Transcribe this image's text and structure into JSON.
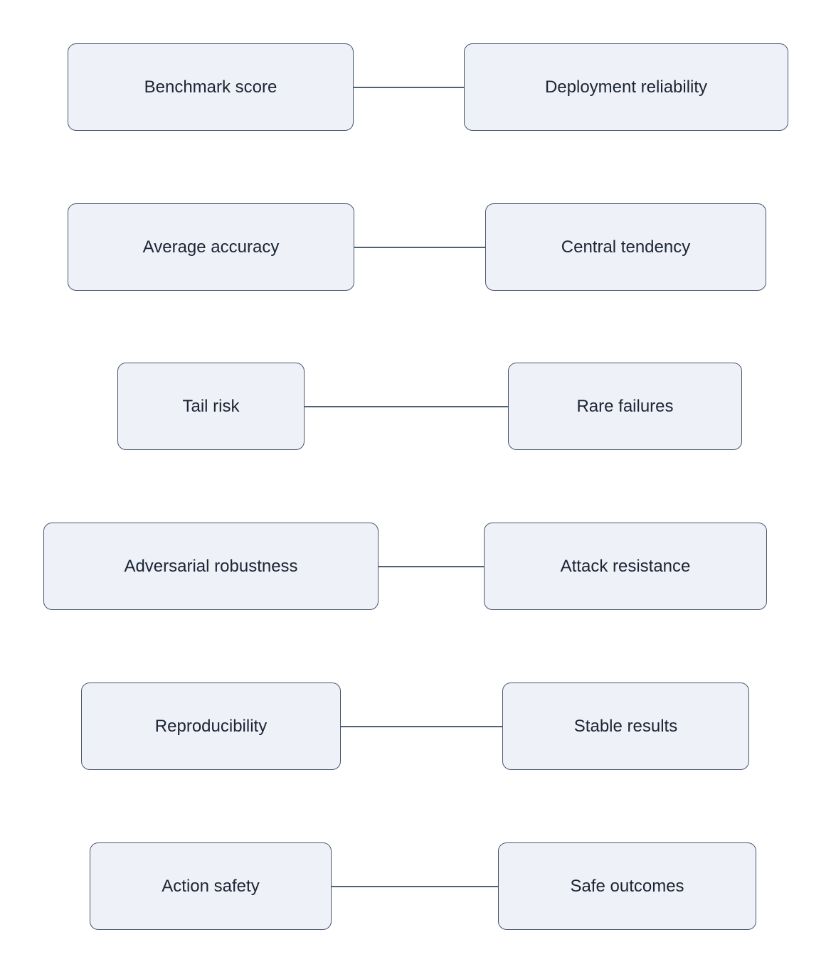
{
  "diagram": {
    "title": "",
    "rows": [
      {
        "left": {
          "label": "Benchmark score"
        },
        "right": {
          "label": "Deployment reliability"
        }
      },
      {
        "left": {
          "label": "Average accuracy"
        },
        "right": {
          "label": "Central tendency"
        }
      },
      {
        "left": {
          "label": "Tail risk"
        },
        "right": {
          "label": "Rare failures"
        }
      },
      {
        "left": {
          "label": "Adversarial robustness"
        },
        "right": {
          "label": "Attack resistance"
        }
      },
      {
        "left": {
          "label": "Reproducibility"
        },
        "right": {
          "label": "Stable results"
        }
      },
      {
        "left": {
          "label": "Action safety"
        },
        "right": {
          "label": "Safe outcomes"
        }
      }
    ],
    "colors": {
      "node_fill": "#eef1f7",
      "node_border": "#4a556b",
      "connector": "#546075",
      "text": "#1c2534",
      "background": "#ffffff"
    }
  }
}
